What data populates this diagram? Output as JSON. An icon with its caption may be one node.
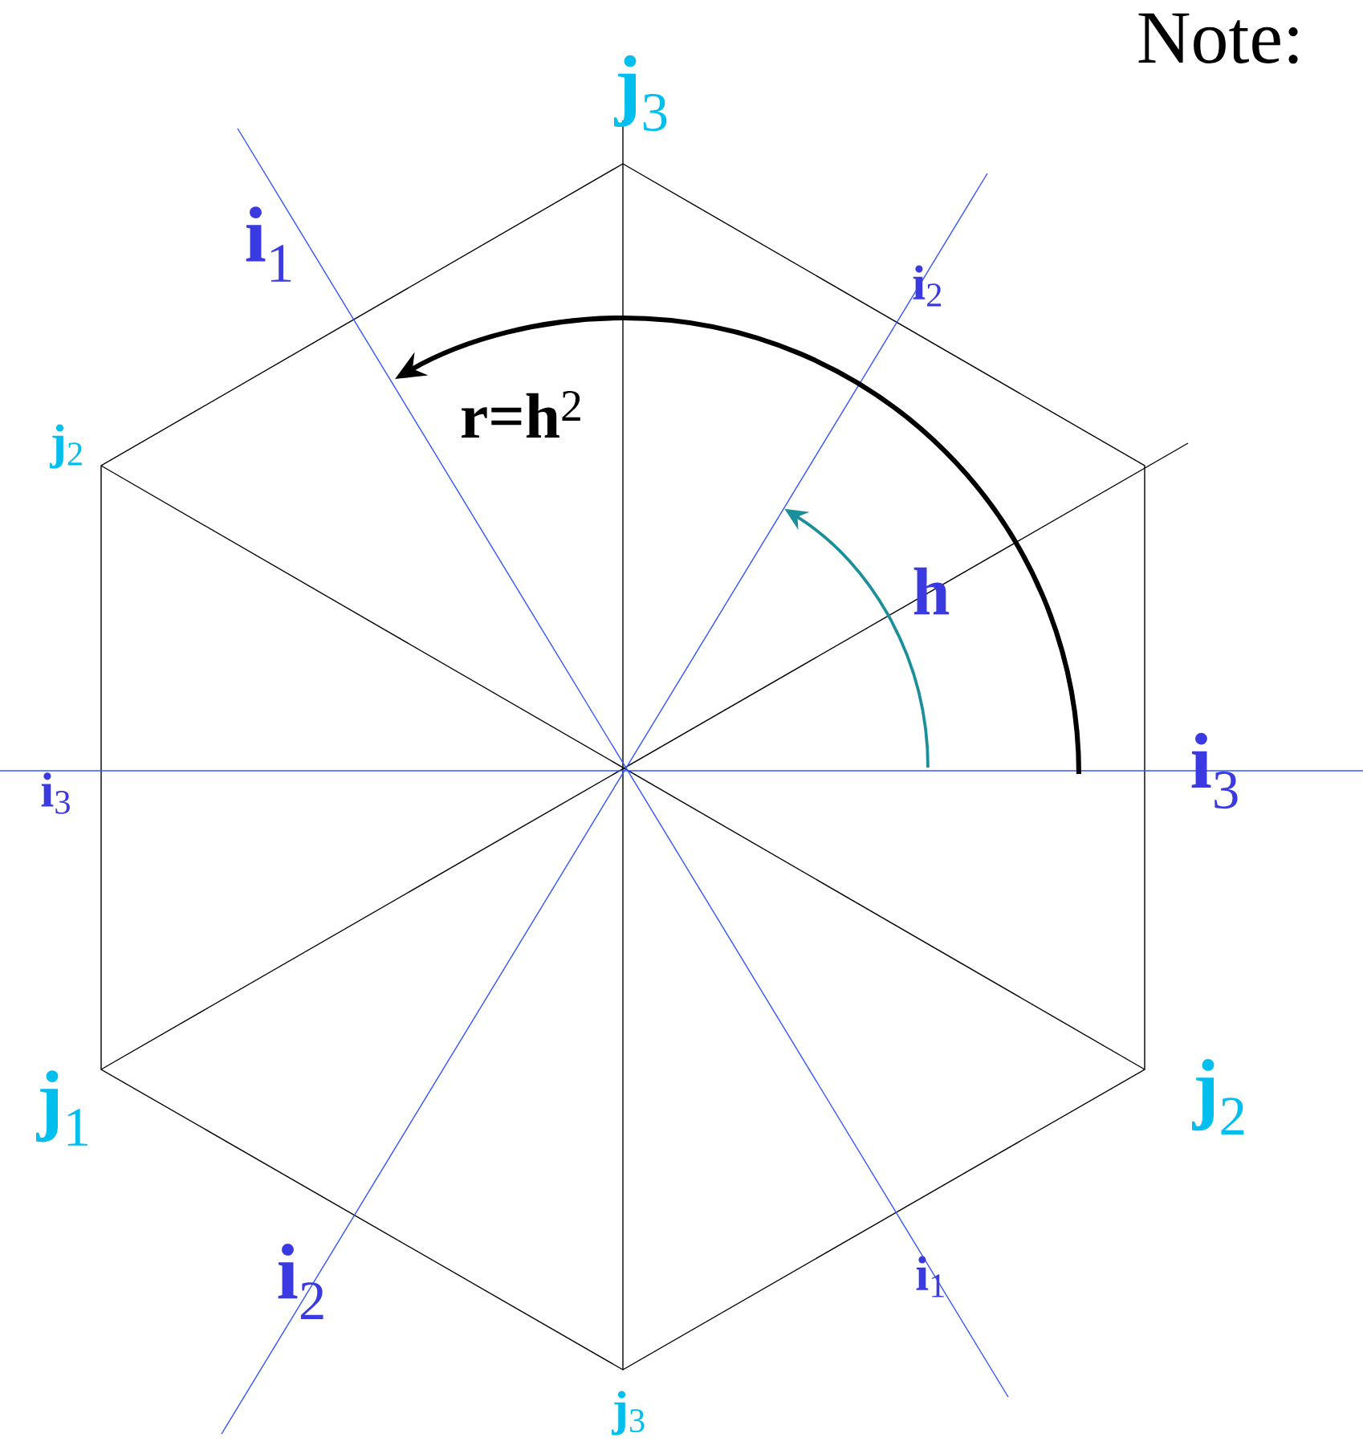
{
  "diagram": {
    "labels": [
      "Note:",
      "**j**$_{3}$",
      "**i**$_{1}$",
      "**i**$_{2}$",
      "**j**$_{2}$",
      "**r=h**$^{2}$",
      "**h**",
      "**i**$_{3}$",
      "**i**$_{3}$",
      "**j**$_{1}$",
      "**j**$_{2}$",
      "**i**$_{2}$",
      "**i**$_{1}$",
      "**j**$_{3}$"
    ]
  }
}
